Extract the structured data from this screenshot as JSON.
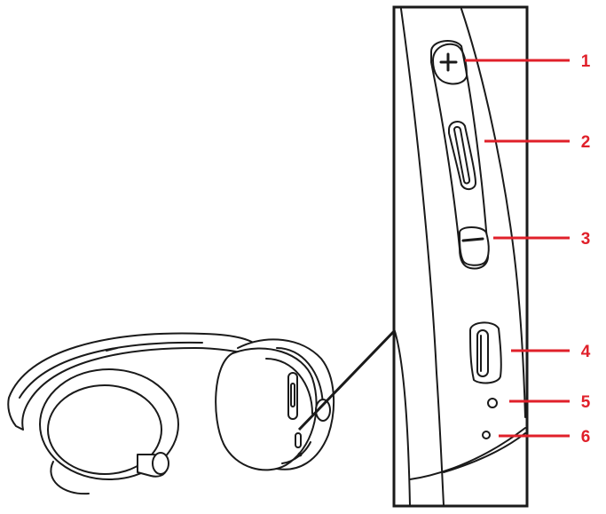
{
  "diagram": {
    "accent_color": "#e0202a",
    "line_color": "#1a1a1a",
    "callouts": [
      {
        "number": "1",
        "part": "volume-up-button"
      },
      {
        "number": "2",
        "part": "multifunction-button"
      },
      {
        "number": "3",
        "part": "volume-down-button"
      },
      {
        "number": "4",
        "part": "usb-c-port"
      },
      {
        "number": "5",
        "part": "upper-indicator-hole"
      },
      {
        "number": "6",
        "part": "lower-indicator-hole"
      }
    ],
    "icons": [
      "plus-icon",
      "minus-icon"
    ]
  }
}
